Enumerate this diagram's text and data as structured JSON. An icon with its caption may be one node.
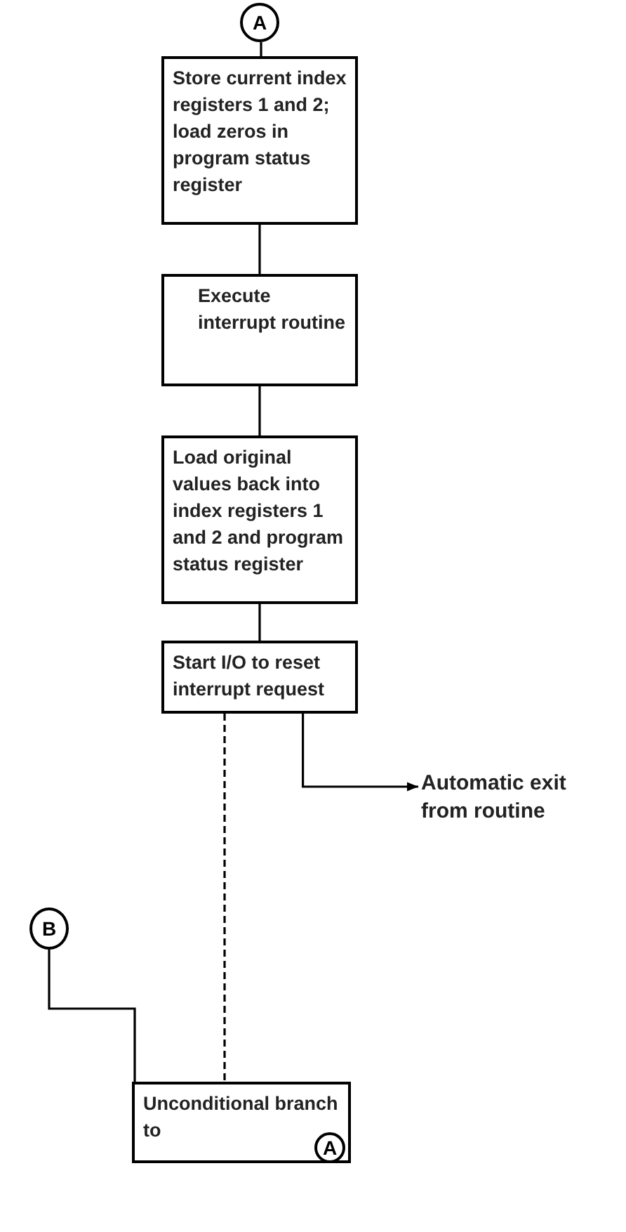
{
  "diagram": {
    "nodes": [
      {
        "text": [
          "A"
        ]
      },
      {
        "text": [
          "Store current index registers 1 and 2; load zeros in program status register"
        ]
      },
      {
        "text": [
          "Execute interrupt routine"
        ]
      },
      {
        "text": [
          "Load original values back into index registers 1 and 2 and program status register"
        ]
      },
      {
        "text": [
          "Start I/O to reset interrupt request"
        ]
      },
      {
        "text": [
          "Automatic exit from routine"
        ]
      },
      {
        "text": [
          "B"
        ]
      },
      {
        "text": [
          "Unconditional branch to"
        ]
      },
      {
        "text": [
          "A"
        ],
        "in": 7
      }
    ],
    "edges": [
      {
        "from": 0,
        "to": 1,
        "arrow": "none"
      },
      {
        "from": 1,
        "to": 2,
        "arrow": "none"
      },
      {
        "from": 2,
        "to": 3,
        "arrow": "none"
      },
      {
        "from": 3,
        "to": 4,
        "arrow": "none"
      },
      {
        "from": 4,
        "to": 5,
        "arrow": "to"
      },
      {
        "from": 4,
        "to": 7,
        "arrow": "none",
        "style": "dashed"
      },
      {
        "from": 6,
        "to": 7,
        "arrow": "none"
      }
    ]
  }
}
